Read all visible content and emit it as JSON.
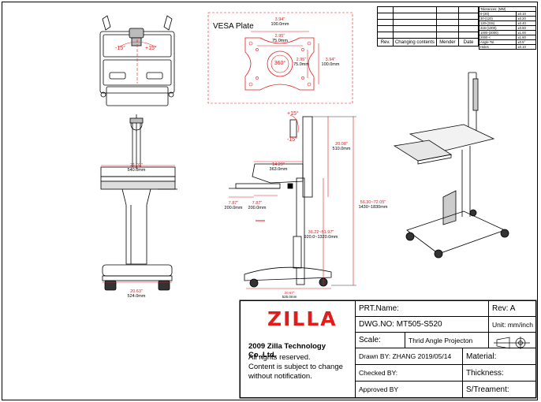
{
  "vesa": {
    "title": "VESA Plate",
    "dim1_in": "3.94\"",
    "dim1_mm": "100.0mm",
    "dim2_in": "2.95\"",
    "dim2_mm": "75.0mm",
    "dim3_in": "2.95\"",
    "dim3_mm": "75.0mm",
    "dim4_in": "3.94\"",
    "dim4_mm": "100.0mm",
    "rotation": "360°"
  },
  "top_view": {
    "tilt_left": "-15°",
    "tilt_right": "+15°"
  },
  "front_view": {
    "width_in": "21.02\"",
    "width_mm": "540.0mm",
    "base_in": "20.63\"",
    "base_mm": "524.0mm"
  },
  "side_view": {
    "tilt_up": "+15°",
    "tilt_down": "-15°",
    "mast_in": "20.08\"",
    "mast_mm": "510.0mm",
    "tray_in": "14.29\"",
    "tray_mm": "363.0mm",
    "kb1_in": "7.87\"",
    "kb1_mm": "200.0mm",
    "kb2_in": "7.87\"",
    "kb2_mm": "200.0mm",
    "height_in": "56.30~72.05\"",
    "height_mm": "1430~1830mm",
    "stroke_in": "36.22~51.97\"",
    "stroke_mm": "920.0~1320.0mm",
    "base_depth_in": "20.67\"",
    "base_depth_mm": "525.0mm"
  },
  "revision": {
    "col_rev": "Rev.",
    "col_changes": "Changing contents",
    "col_mender": "Mender",
    "col_date": "Date"
  },
  "tolerances": {
    "title": "Tolerances: (MM)",
    "rows": [
      [
        "0-(30)",
        "±0.10"
      ],
      [
        "30-(120)",
        "±0.20"
      ],
      [
        "120-(315)",
        "±0.40"
      ],
      [
        "315-(1000)",
        "±0.60"
      ],
      [
        "1000-(2000)",
        "±1.00"
      ],
      [
        "2000 <",
        "±1.60"
      ],
      [
        "Angle Tol.",
        "±0.5°"
      ],
      [
        "Holes",
        "±0.10"
      ]
    ]
  },
  "title_block": {
    "logo": "ZILLA",
    "company": "2009 Zilla Technology Co.,Ltd.",
    "notice1": "All rights reserved.",
    "notice2": "Content is subject to change",
    "notice3": "without notification.",
    "part_name": "PRT.Name:",
    "rev": "Rev:  A",
    "dwg_no": "DWG.NO:  MT505-S520",
    "unit": "Unit: mm/inch",
    "scale": "Scale:",
    "projection": "Thrid Angle Projecton",
    "drawn_by": "Drawn BY:  ZHANG  2019/05/14",
    "material": "Material:",
    "checked_by": "Checked BY:",
    "thickness": "Thickness:",
    "approved_by": "Approved BY",
    "treatment": "S/Treament:"
  }
}
